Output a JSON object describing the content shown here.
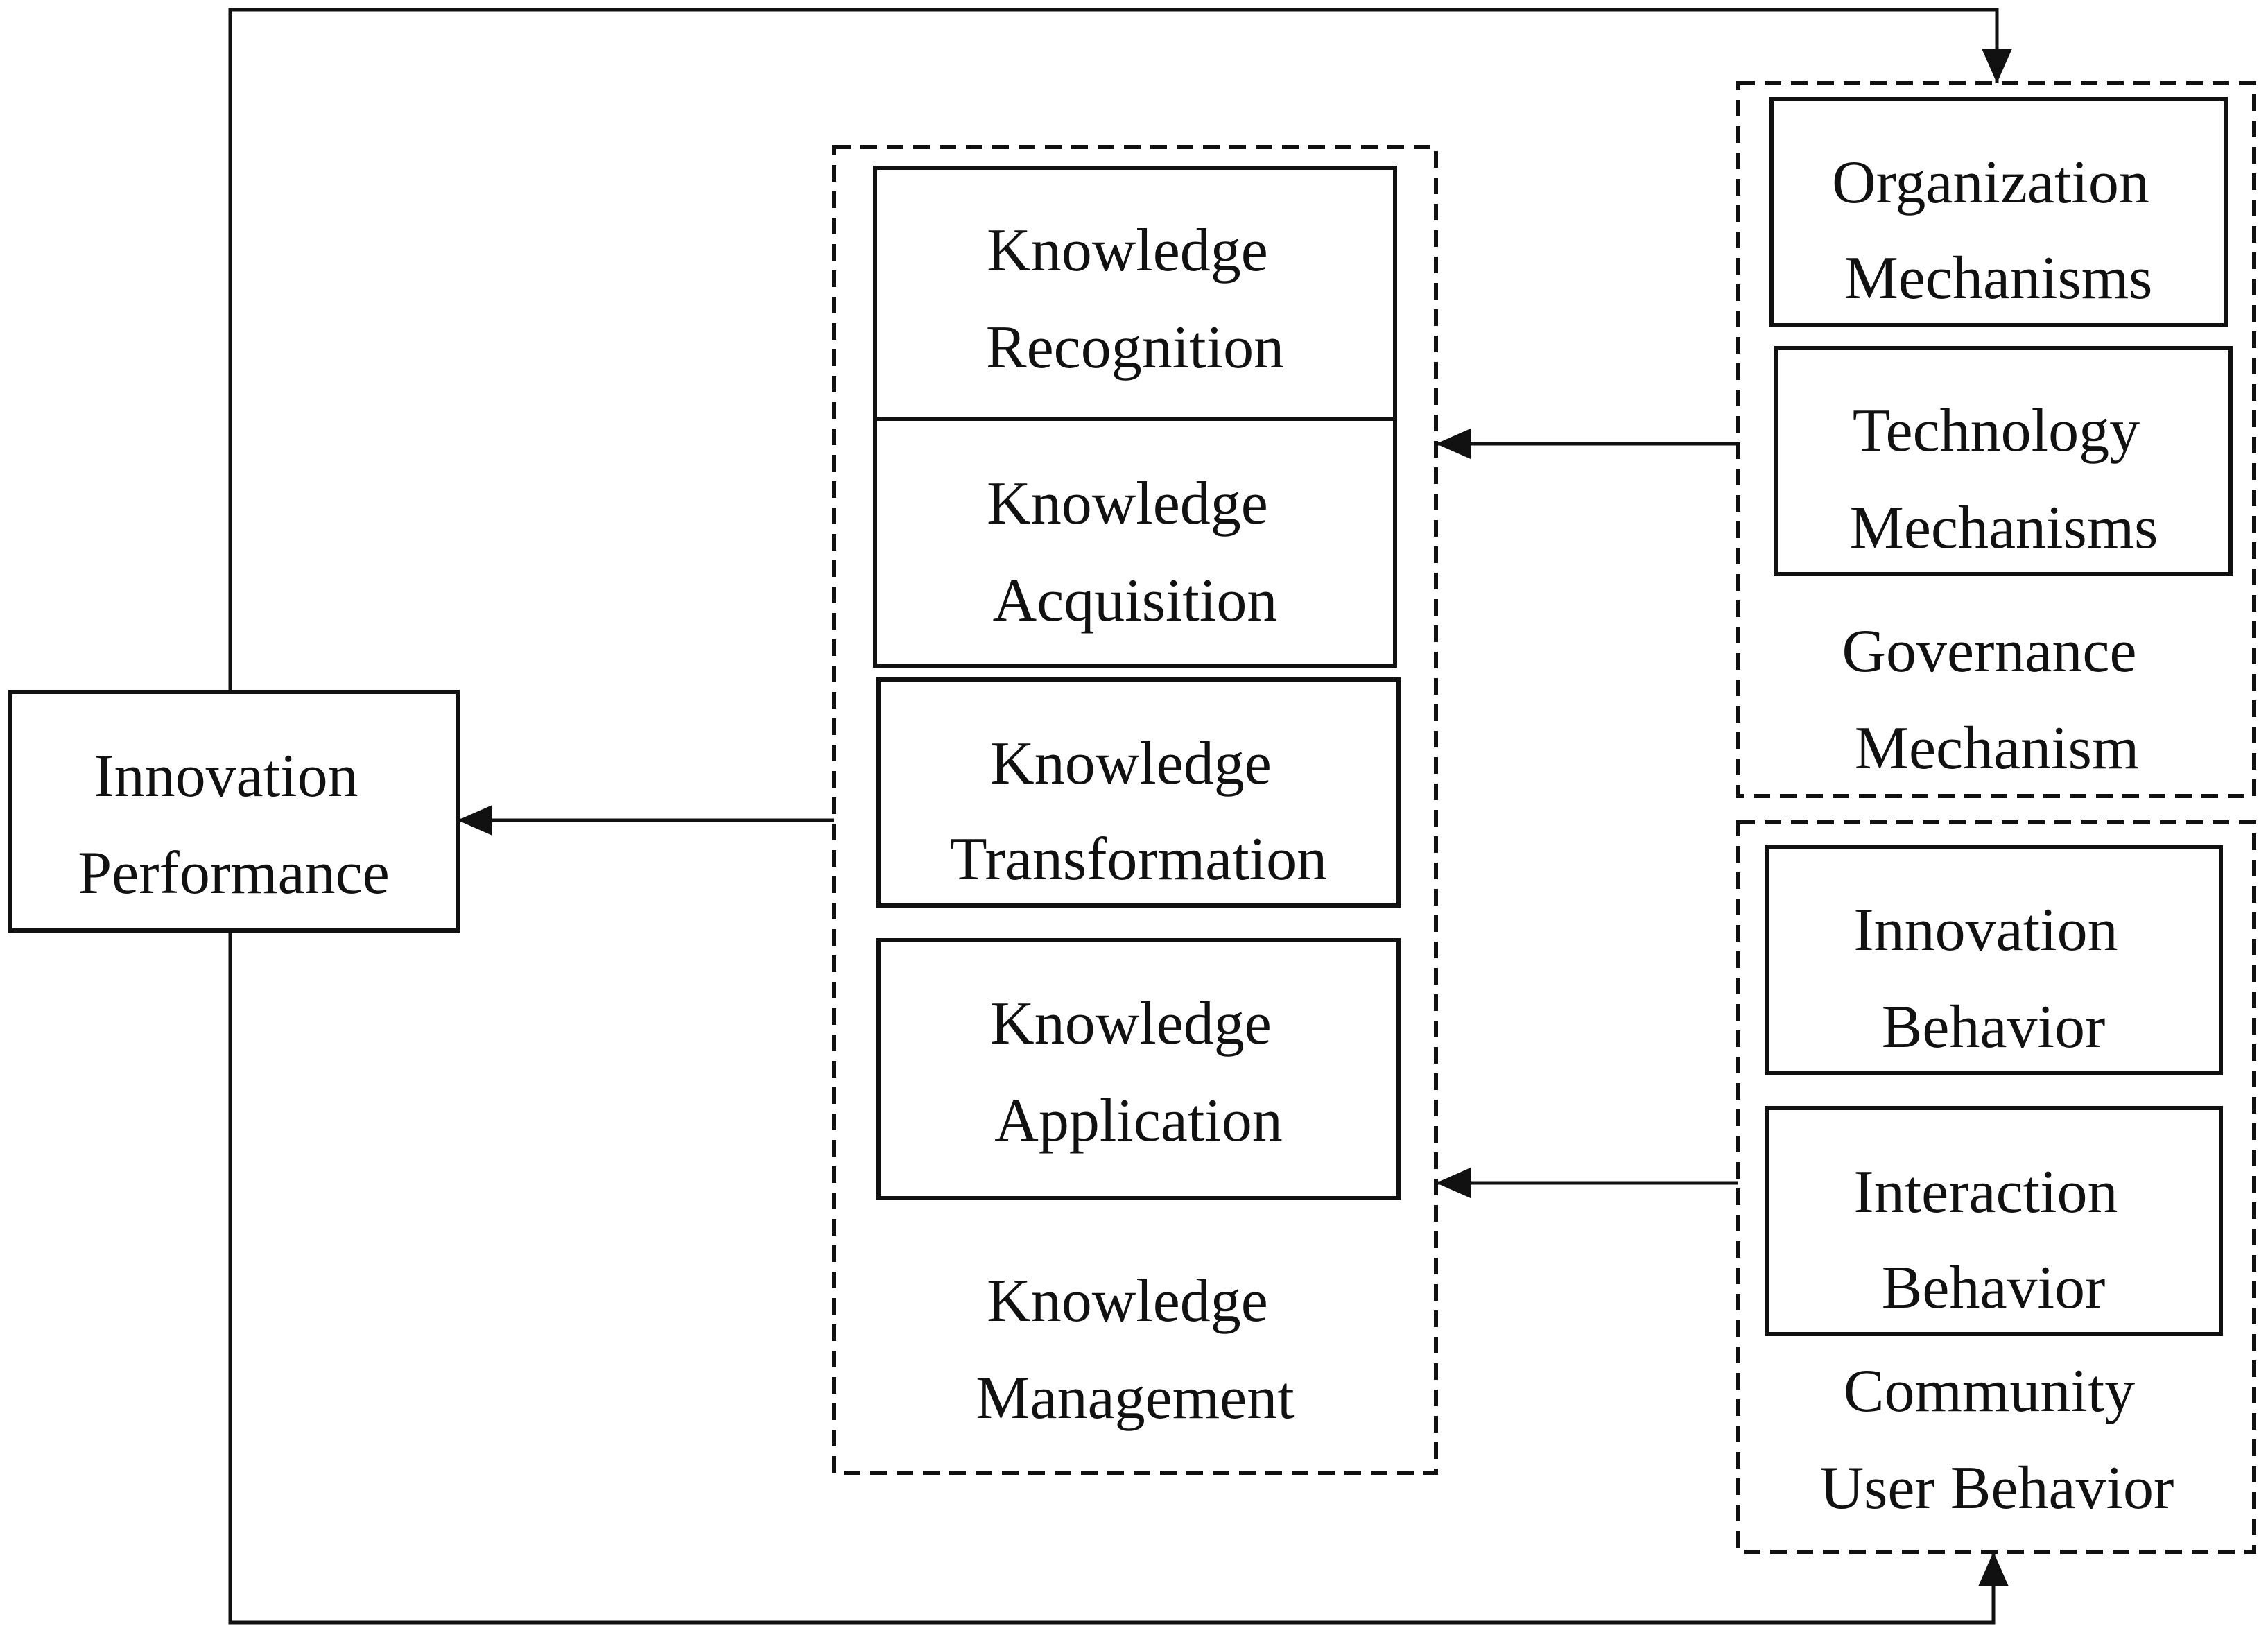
{
  "nodes": {
    "innovation_performance": [
      "Innovation",
      "Performance"
    ],
    "knowledge_recognition": [
      "Knowledge",
      "Recognition"
    ],
    "knowledge_acquisition": [
      "Knowledge",
      "Acquisition"
    ],
    "knowledge_transformation": [
      "Knowledge",
      "Transformation"
    ],
    "knowledge_application": [
      "Knowledge",
      "Application"
    ],
    "knowledge_management": [
      "Knowledge",
      "Management"
    ],
    "organization_mechanisms": [
      "Organization",
      "Mechanisms"
    ],
    "technology_mechanisms": [
      "Technology",
      "Mechanisms"
    ],
    "governance_mechanism": [
      "Governance",
      "Mechanism"
    ],
    "innovation_behavior": [
      "Innovation",
      "Behavior"
    ],
    "interaction_behavior": [
      "Interaction",
      "Behavior"
    ],
    "community_user_behavior": [
      "Community",
      "User Behavior"
    ]
  },
  "colors": {
    "line": "#111111",
    "background": "#ffffff"
  }
}
